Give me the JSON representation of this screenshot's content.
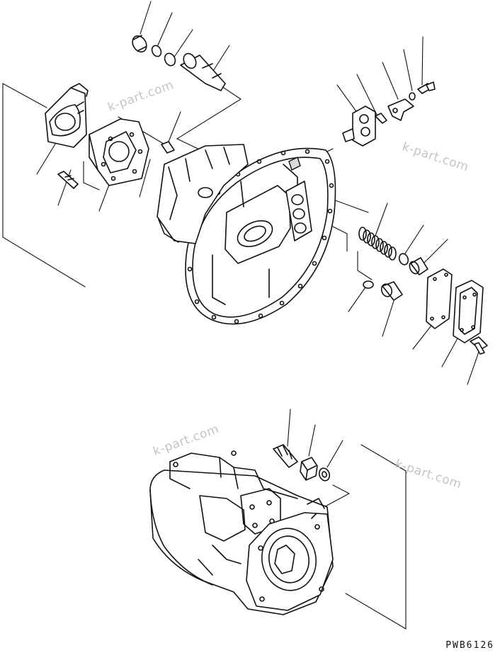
{
  "watermarks": [
    "k-part.com",
    "k-part.com",
    "k-part.com",
    "k-part.com"
  ],
  "drawing_code": "PWB6126",
  "colors": {
    "line": "#111111",
    "watermark": "#c4c4c4",
    "background": "#ffffff"
  }
}
